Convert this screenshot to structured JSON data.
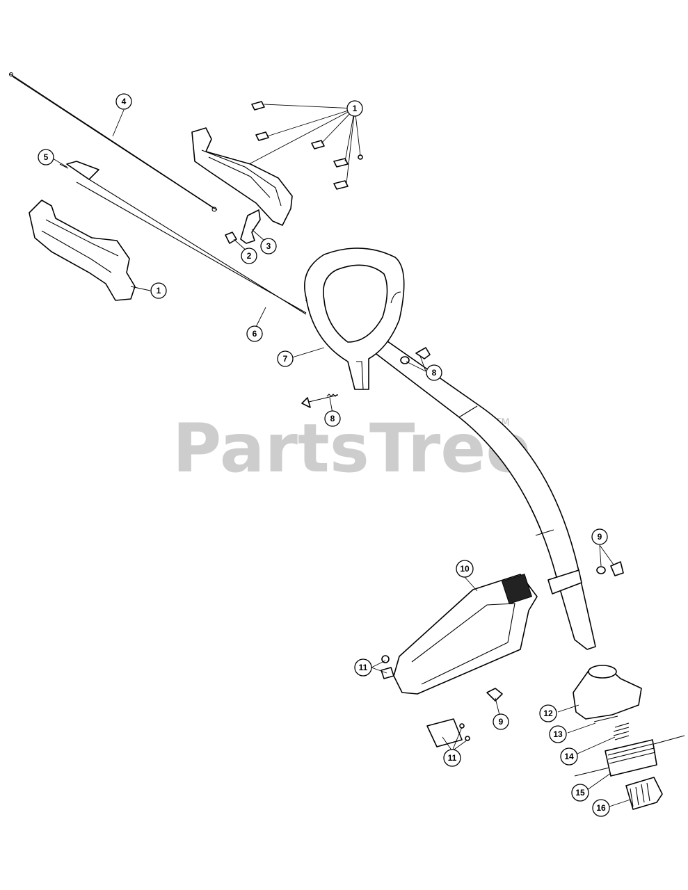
{
  "watermark": {
    "text": "PartsTree",
    "trademark": "TM"
  },
  "callouts": [
    {
      "label": "1"
    },
    {
      "label": "1"
    },
    {
      "label": "2"
    },
    {
      "label": "3"
    },
    {
      "label": "4"
    },
    {
      "label": "5"
    },
    {
      "label": "6"
    },
    {
      "label": "7"
    },
    {
      "label": "8"
    },
    {
      "label": "8"
    },
    {
      "label": "9"
    },
    {
      "label": "9"
    },
    {
      "label": "10"
    },
    {
      "label": "11"
    },
    {
      "label": "11"
    },
    {
      "label": "12"
    },
    {
      "label": "13"
    },
    {
      "label": "14"
    },
    {
      "label": "15"
    },
    {
      "label": "16"
    }
  ]
}
